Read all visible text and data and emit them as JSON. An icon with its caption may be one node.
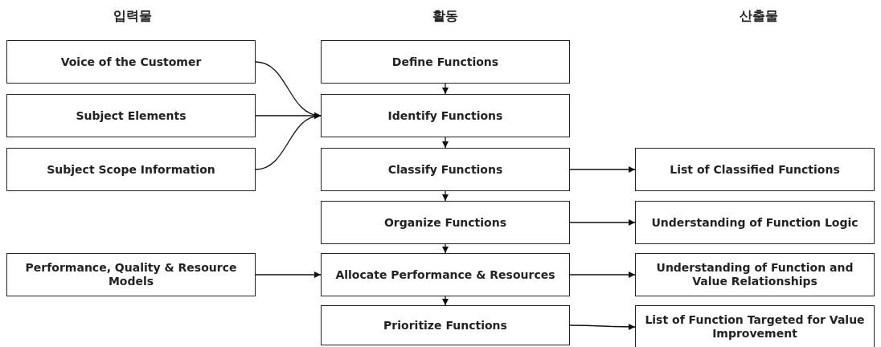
{
  "diagram": {
    "nodes": [
      {
        "text": [
          "Voice of the Customer"
        ]
      },
      {
        "text": [
          "Subject Elements"
        ]
      },
      {
        "text": [
          "Subject Scope Information"
        ]
      },
      {
        "text": [
          "Performance, Quality & Resource Models"
        ]
      },
      {
        "text": [
          "Define Functions"
        ]
      },
      {
        "text": [
          "Identify Functions"
        ]
      },
      {
        "text": [
          "Classify Functions"
        ]
      },
      {
        "text": [
          "Organize Functions"
        ]
      },
      {
        "text": [
          "Allocate Performance & Resources"
        ]
      },
      {
        "text": [
          "Prioritize Functions"
        ]
      },
      {
        "text": [
          "List of Classified Functions"
        ]
      },
      {
        "text": [
          "Understanding of Function Logic"
        ]
      },
      {
        "text": [
          "Understanding of Function and Value Relationships"
        ]
      },
      {
        "text": [
          "List of Function Targeted for Value Improvement"
        ]
      }
    ],
    "edges": [
      {
        "from": 0,
        "to": 5,
        "arrow": "to"
      },
      {
        "from": 1,
        "to": 5,
        "arrow": "to"
      },
      {
        "from": 2,
        "to": 5,
        "arrow": "to"
      },
      {
        "from": 4,
        "to": 5,
        "arrow": "to"
      },
      {
        "from": 5,
        "to": 6,
        "arrow": "to"
      },
      {
        "from": 6,
        "to": 7,
        "arrow": "to"
      },
      {
        "from": 7,
        "to": 8,
        "arrow": "to"
      },
      {
        "from": 8,
        "to": 9,
        "arrow": "to"
      },
      {
        "from": 3,
        "to": 8,
        "arrow": "to"
      },
      {
        "from": 6,
        "to": 10,
        "arrow": "to"
      },
      {
        "from": 7,
        "to": 11,
        "arrow": "to"
      },
      {
        "from": 8,
        "to": 12,
        "arrow": "to"
      },
      {
        "from": 9,
        "to": 13,
        "arrow": "to"
      }
    ],
    "labels": [
      "입력물",
      "활동",
      "산출물"
    ]
  }
}
